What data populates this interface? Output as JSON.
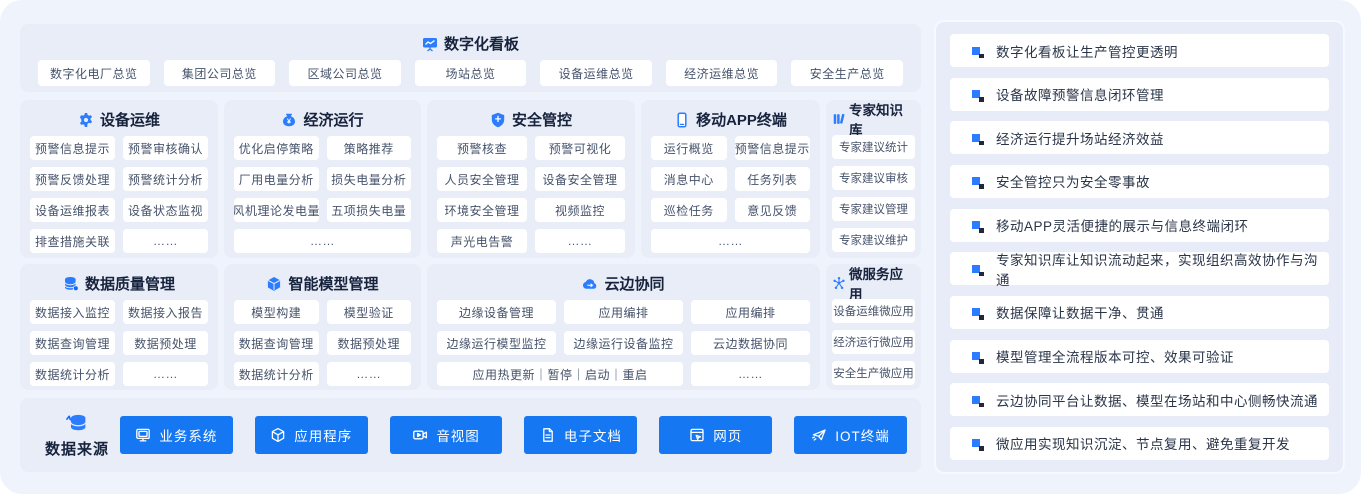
{
  "colors": {
    "accent_blue": "#2b7cff",
    "button_blue": "#1677f2",
    "panel_bg": "#e9edf8",
    "outer_bg": "#eff4fc",
    "card_bg": "#ffffff",
    "title_text": "#17233d",
    "chip_text": "#46536b"
  },
  "dashboard": {
    "title": "数字化看板",
    "icon": "presentation-chart-icon",
    "items": [
      "数字化电厂总览",
      "集团公司总览",
      "区域公司总览",
      "场站总览",
      "设备运维总览",
      "经济运维总览",
      "安全生产总览"
    ]
  },
  "modules": [
    {
      "title": "设备运维",
      "icon": "gear-icon",
      "items": [
        "预警信息提示",
        "预警审核确认",
        "预警反馈处理",
        "预警统计分析",
        "设备运维报表",
        "设备状态监视",
        "排查措施关联",
        "……"
      ]
    },
    {
      "title": "经济运行",
      "icon": "moneybag-icon",
      "items": [
        "优化启停策略",
        "策略推荐",
        "厂用电量分析",
        "损失电量分析",
        "风机理论发电量",
        "五项损失电量",
        {
          "label": "……",
          "span": 2
        }
      ]
    },
    {
      "title": "安全管控",
      "icon": "shield-icon",
      "items": [
        "预警核查",
        "预警可视化",
        "人员安全管理",
        "设备安全管理",
        "环境安全管理",
        "视频监控",
        "声光电告警",
        "……"
      ]
    },
    {
      "title": "移动APP终端",
      "icon": "mobile-icon",
      "items": [
        "运行概览",
        "预警信息提示",
        "消息中心",
        "任务列表",
        "巡检任务",
        "意见反馈",
        {
          "label": "……",
          "span": 2
        }
      ]
    },
    {
      "title": "专家知识库",
      "icon": "books-icon",
      "items": [
        "专家建议统计",
        "专家建议审核",
        "专家建议管理",
        "专家建议维护"
      ]
    },
    {
      "title": "数据质量管理",
      "icon": "database-icon",
      "items": [
        "数据接入监控",
        "数据接入报告",
        "数据查询管理",
        "数据预处理",
        "数据统计分析",
        "……"
      ]
    },
    {
      "title": "智能模型管理",
      "icon": "cube-icon",
      "items": [
        "模型构建",
        "模型验证",
        "数据查询管理",
        "数据预处理",
        "数据统计分析",
        "……"
      ]
    },
    {
      "title": "云边协同",
      "icon": "cloud-icon",
      "items": [
        "边缘设备管理",
        "应用编排",
        "应用编排",
        "边缘运行模型监控",
        "边缘运行设备监控",
        "云边数据协同",
        {
          "label": "应用热更新｜暂停｜启动｜重启",
          "span": 2
        },
        "……"
      ]
    },
    {
      "title": "微服务应用",
      "icon": "microservice-nodes-icon",
      "items": [
        "设备运维微应用",
        "经济运行微应用",
        "安全生产微应用"
      ]
    }
  ],
  "data_sources": {
    "title": "数据来源",
    "icon": "database-sync-icon",
    "buttons": [
      {
        "label": "业务系统",
        "icon": "monitor-icon"
      },
      {
        "label": "应用程序",
        "icon": "app-cube-icon"
      },
      {
        "label": "音视图",
        "icon": "video-icon"
      },
      {
        "label": "电子文档",
        "icon": "document-icon"
      },
      {
        "label": "网页",
        "icon": "webpage-icon"
      },
      {
        "label": "IOT终端",
        "icon": "iot-send-icon"
      }
    ]
  },
  "highlights": {
    "items": [
      "数字化看板让生产管控更透明",
      "设备故障预警信息闭环管理",
      "经济运行提升场站经济效益",
      "安全管控只为安全零事故",
      "移动APP灵活便捷的展示与信息终端闭环",
      "专家知识库让知识流动起来，实现组织高效协作与沟通",
      "数据保障让数据干净、贯通",
      "模型管理全流程版本可控、效果可验证",
      "云边协同平台让数据、模型在场站和中心侧畅快流通",
      "微应用实现知识沉淀、节点复用、避免重复开发"
    ]
  }
}
